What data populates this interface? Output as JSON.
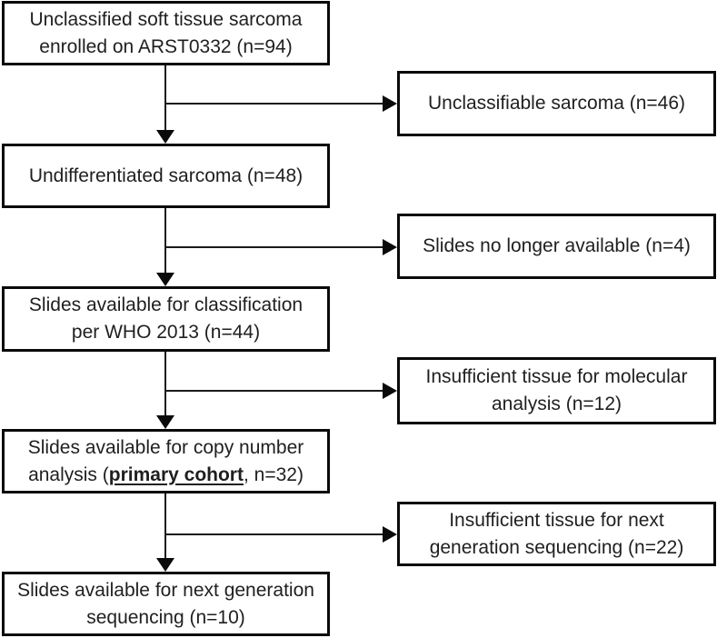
{
  "figure": {
    "kind": "study-flow-diagram",
    "colors": {
      "box_border": "#0a0a0a",
      "box_fill": "#ffffff",
      "text": "#1f1f1f",
      "arrow": "#1a1a1a",
      "background": "#ffffff"
    }
  },
  "boxes": {
    "main": [
      {
        "id": "enrolled",
        "lines": [
          "Unclassified soft tissue sarcoma",
          "enrolled on ARST0332 (n=94)"
        ]
      },
      {
        "id": "undifferentiated",
        "lines": [
          "Undifferentiated sarcoma (n=48)"
        ]
      },
      {
        "id": "who-classification",
        "lines": [
          "Slides available for classification",
          "per WHO 2013 (n=44)"
        ]
      },
      {
        "id": "copy-number",
        "line1": "Slides available for copy number",
        "line2_prefix": "analysis (",
        "line2_highlight": "primary cohort",
        "line2_suffix": ", n=32)"
      },
      {
        "id": "next-gen-sequencing",
        "lines": [
          "Slides available for next generation",
          "sequencing (n=10)"
        ]
      }
    ],
    "exclusions": [
      {
        "id": "unclassifiable",
        "lines": [
          "Unclassifiable sarcoma (n=46)"
        ]
      },
      {
        "id": "slides-unavailable",
        "lines": [
          "Slides no longer available (n=4)"
        ]
      },
      {
        "id": "insufficient-molecular",
        "lines": [
          "Insufficient tissue for molecular",
          "analysis (n=12)"
        ]
      },
      {
        "id": "insufficient-ngs",
        "lines": [
          "Insufficient tissue for next",
          "generation sequencing (n=22)"
        ]
      }
    ]
  }
}
